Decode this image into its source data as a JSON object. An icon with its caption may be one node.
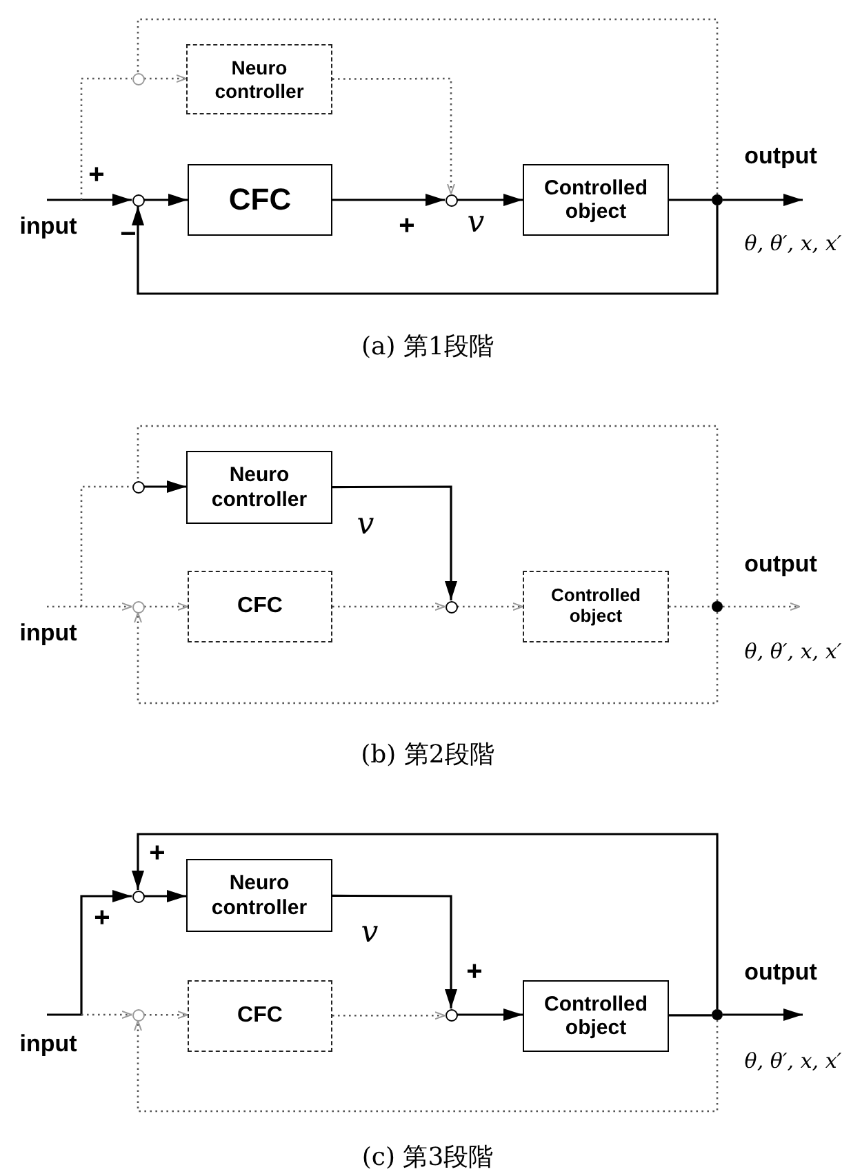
{
  "diagram": {
    "nodes": [
      {
        "text": [],
        "shape": "circle"
      },
      {
        "text": [
          "Neuro controller"
        ]
      },
      {
        "text": [],
        "shape": "circle"
      },
      {
        "text": [
          "CFC"
        ]
      },
      {
        "text": [],
        "shape": "circle"
      },
      {
        "text": [
          "Controlled object"
        ]
      },
      {
        "text": [],
        "shape": "circle"
      },
      {
        "text": [],
        "shape": "circle"
      },
      {
        "text": [
          "Neuro controller"
        ]
      },
      {
        "text": [],
        "shape": "circle"
      },
      {
        "text": [
          "CFC"
        ]
      },
      {
        "text": [],
        "shape": "circle"
      },
      {
        "text": [
          "Controlled object"
        ]
      },
      {
        "text": [],
        "shape": "circle"
      },
      {
        "text": [],
        "shape": "circle"
      },
      {
        "text": [
          "Neuro controller"
        ]
      },
      {
        "text": [],
        "shape": "circle"
      },
      {
        "text": [
          "CFC"
        ]
      },
      {
        "text": [],
        "shape": "circle"
      },
      {
        "text": [
          "Controlled object"
        ]
      },
      {
        "text": [],
        "shape": "circle"
      }
    ],
    "edges": [
      {
        "from": null,
        "to": 2,
        "arrow": "to"
      },
      {
        "from": 2,
        "to": 3,
        "arrow": "to"
      },
      {
        "from": 3,
        "to": 4,
        "arrow": "to"
      },
      {
        "from": 4,
        "to": 5,
        "arrow": "to"
      },
      {
        "from": 5,
        "to": 6,
        "arrow": "none"
      },
      {
        "from": 6,
        "to": null,
        "arrow": "to"
      },
      {
        "from": 6,
        "to": 2,
        "arrow": "to"
      },
      {
        "from": null,
        "to": 0,
        "arrow": "none",
        "style": "dashed"
      },
      {
        "from": 6,
        "to": 0,
        "arrow": "none",
        "style": "dashed"
      },
      {
        "from": 0,
        "to": 1,
        "arrow": "to",
        "style": "dashed"
      },
      {
        "from": 1,
        "to": 4,
        "arrow": "to",
        "style": "dashed"
      },
      {
        "from": null,
        "to": 9,
        "arrow": "to",
        "style": "dashed"
      },
      {
        "from": 9,
        "to": 10,
        "arrow": "to",
        "style": "dashed"
      },
      {
        "from": 10,
        "to": 11,
        "arrow": "to",
        "style": "dashed"
      },
      {
        "from": 11,
        "to": 12,
        "arrow": "to",
        "style": "dashed"
      },
      {
        "from": 12,
        "to": 13,
        "arrow": "none",
        "style": "dashed"
      },
      {
        "from": 13,
        "to": null,
        "arrow": "to",
        "style": "dashed"
      },
      {
        "from": 13,
        "to": 9,
        "arrow": "to",
        "style": "dashed"
      },
      {
        "from": null,
        "to": 7,
        "arrow": "none",
        "style": "dashed"
      },
      {
        "from": 13,
        "to": 7,
        "arrow": "none",
        "style": "dashed"
      },
      {
        "from": 7,
        "to": 8,
        "arrow": "to"
      },
      {
        "from": 8,
        "to": 11,
        "arrow": "to"
      },
      {
        "from": null,
        "to": 14,
        "arrow": "to"
      },
      {
        "from": 14,
        "to": 15,
        "arrow": "to"
      },
      {
        "from": 15,
        "to": 18,
        "arrow": "to"
      },
      {
        "from": 18,
        "to": 19,
        "arrow": "to"
      },
      {
        "from": 19,
        "to": 20,
        "arrow": "none"
      },
      {
        "from": 20,
        "to": null,
        "arrow": "to"
      },
      {
        "from": 20,
        "to": 14,
        "arrow": "to"
      },
      {
        "from": null,
        "to": 16,
        "arrow": "to",
        "style": "dashed"
      },
      {
        "from": 16,
        "to": 17,
        "arrow": "to",
        "style": "dashed"
      },
      {
        "from": 17,
        "to": 18,
        "arrow": "to",
        "style": "dashed"
      },
      {
        "from": 20,
        "to": 16,
        "arrow": "to",
        "style": "dashed"
      }
    ],
    "labels": [
      "+",
      "input",
      "−",
      "+",
      "v",
      "output",
      "θ, θ′, x, x′",
      "(a) 第1段階",
      "v",
      "input",
      "output",
      "θ, θ′, x, x′",
      "(b) 第2段階",
      "+",
      "+",
      "v",
      "+",
      "output",
      "input",
      "θ, θ′, x, x′",
      "(c) 第3段階"
    ]
  }
}
